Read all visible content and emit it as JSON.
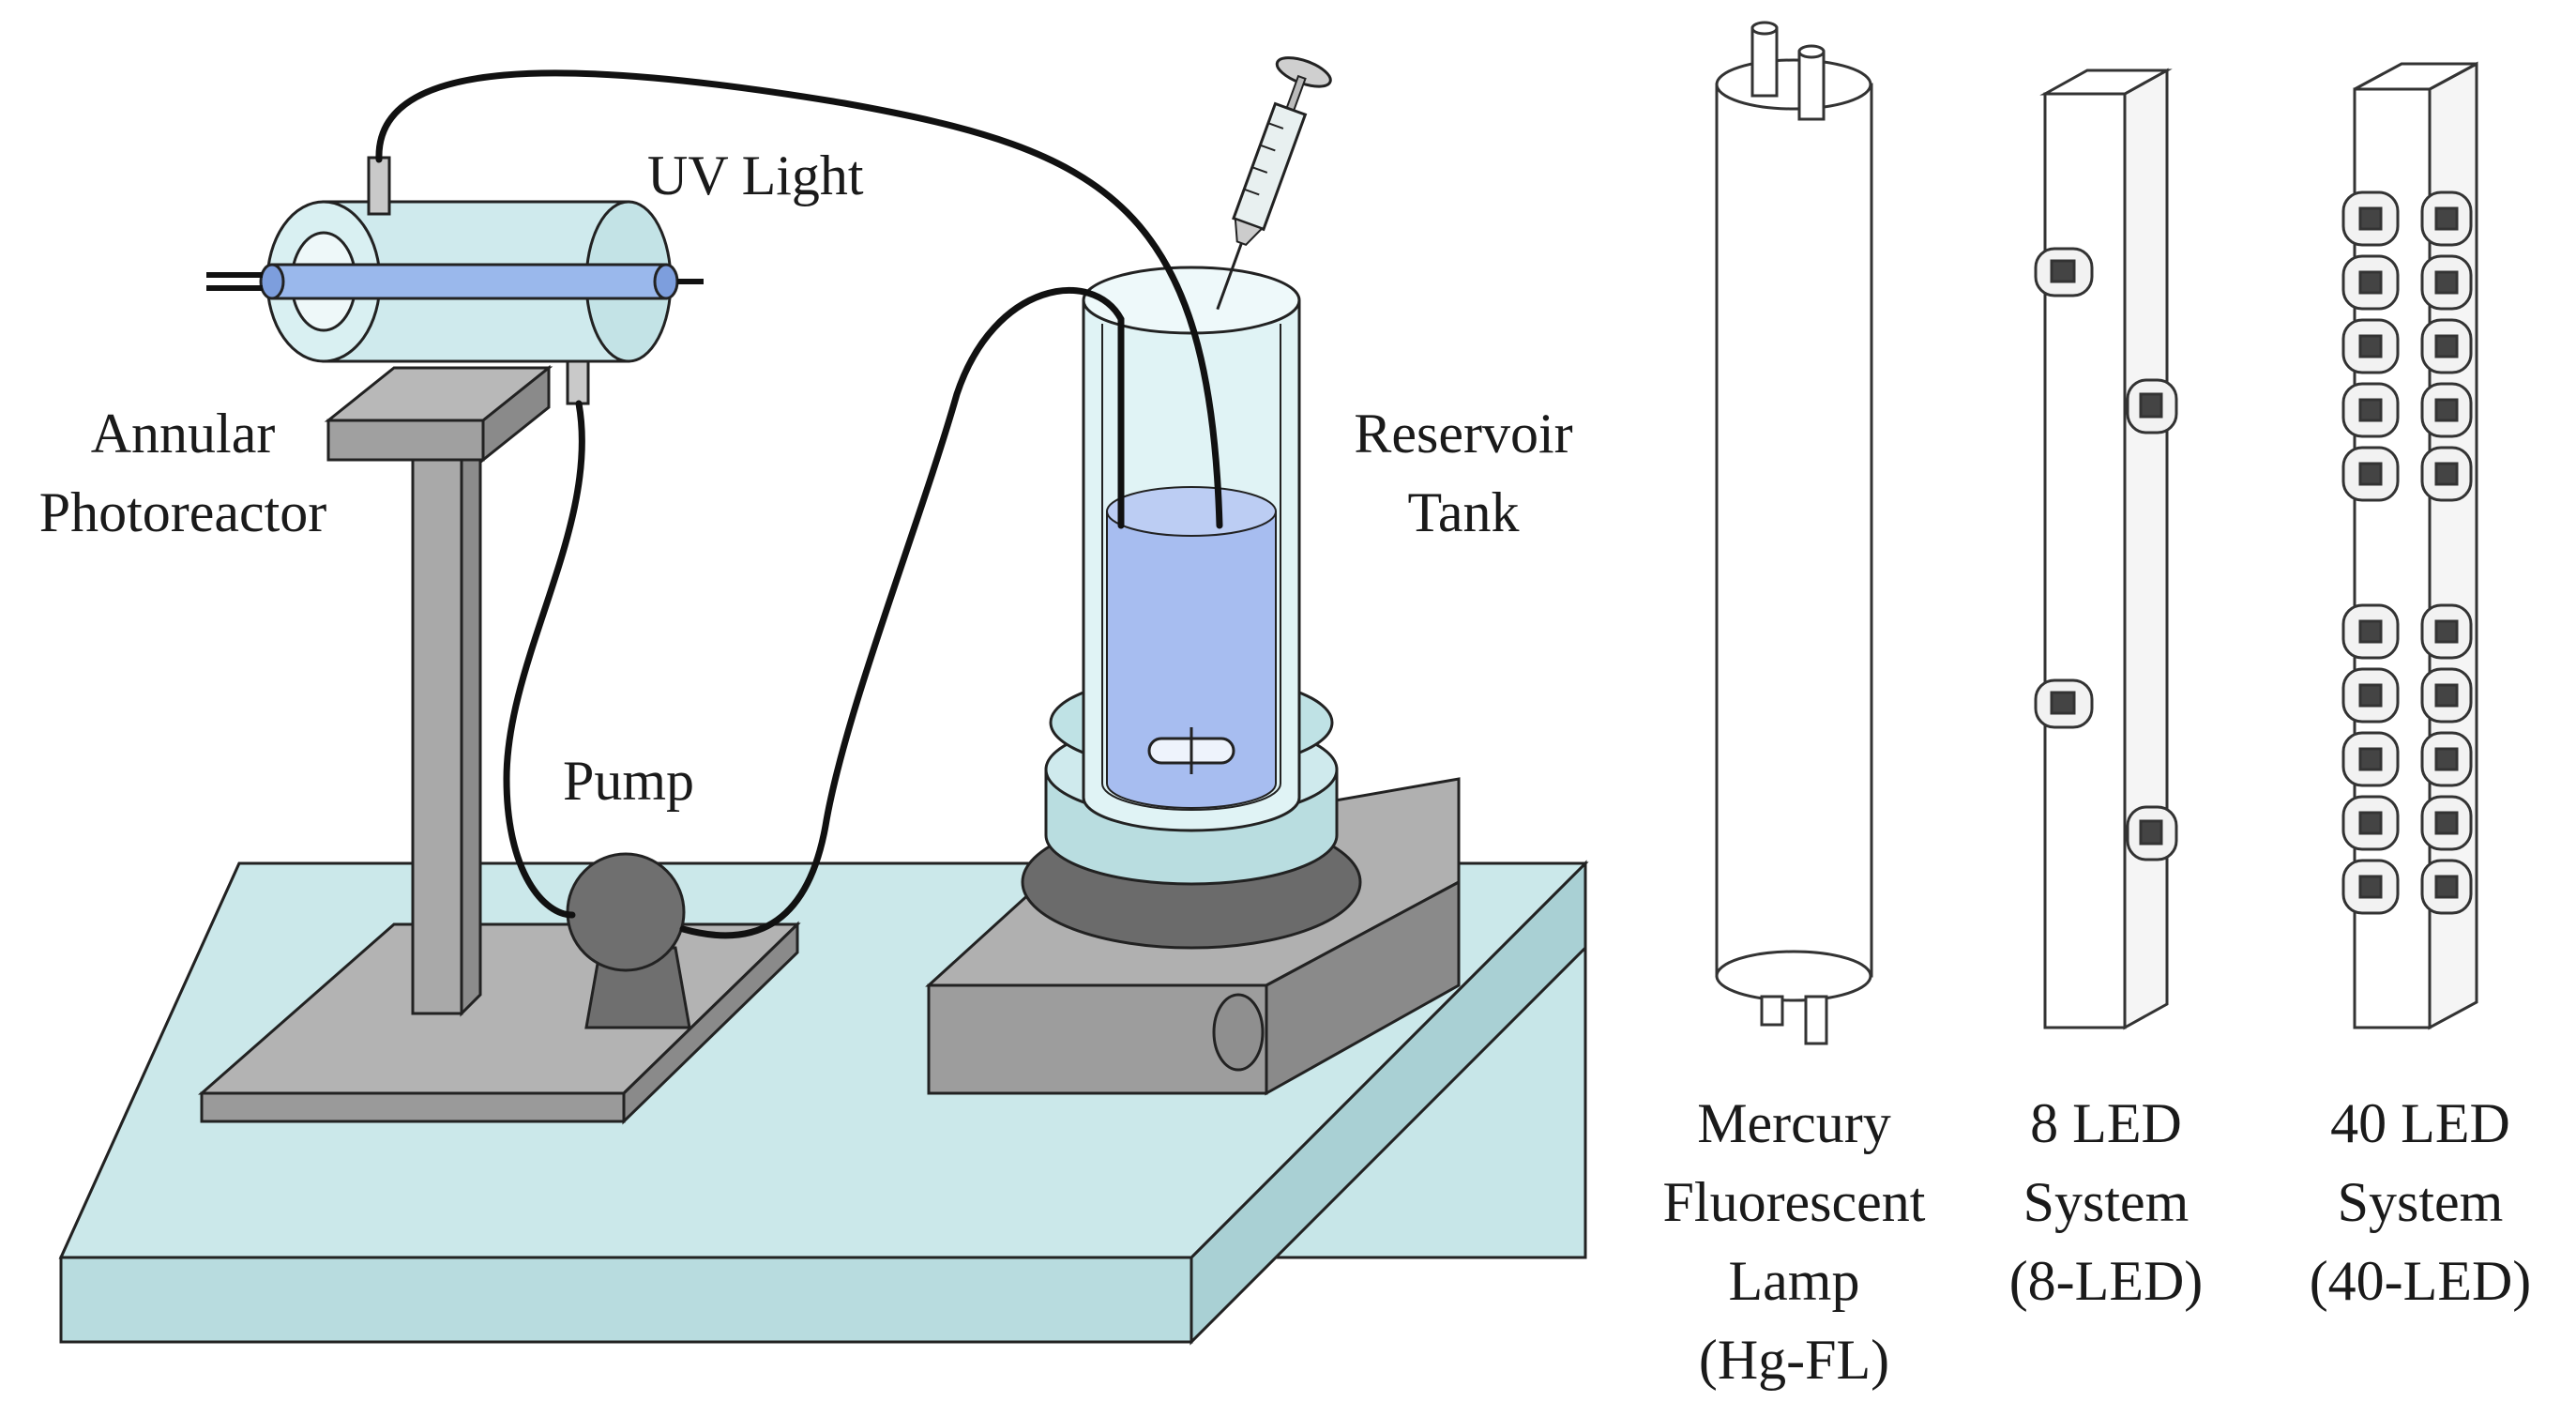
{
  "labels": {
    "uv_light": "UV Light",
    "annular": {
      "line1": "Annular",
      "line2": "Photoreactor"
    },
    "reservoir": {
      "line1": "Reservoir",
      "line2": "Tank"
    },
    "pump": "Pump"
  },
  "lamps": [
    {
      "line1": "Mercury",
      "line2": "Fluorescent",
      "line3": "Lamp",
      "line4": "(Hg-FL)"
    },
    {
      "line1": "8 LED",
      "line2": "System",
      "line3": "(8-LED)"
    },
    {
      "line1": "40 LED",
      "line2": "System",
      "line3": "(40-LED)"
    }
  ],
  "colors": {
    "platform": "#c7e6e8",
    "metal": "#a9a9a9",
    "metal_dark": "#8c8c8c",
    "glass": "#d9f0f2",
    "lamp_tube": "#9ab8ec",
    "liquid": "#a7bdf0",
    "tubing": "#111111"
  }
}
